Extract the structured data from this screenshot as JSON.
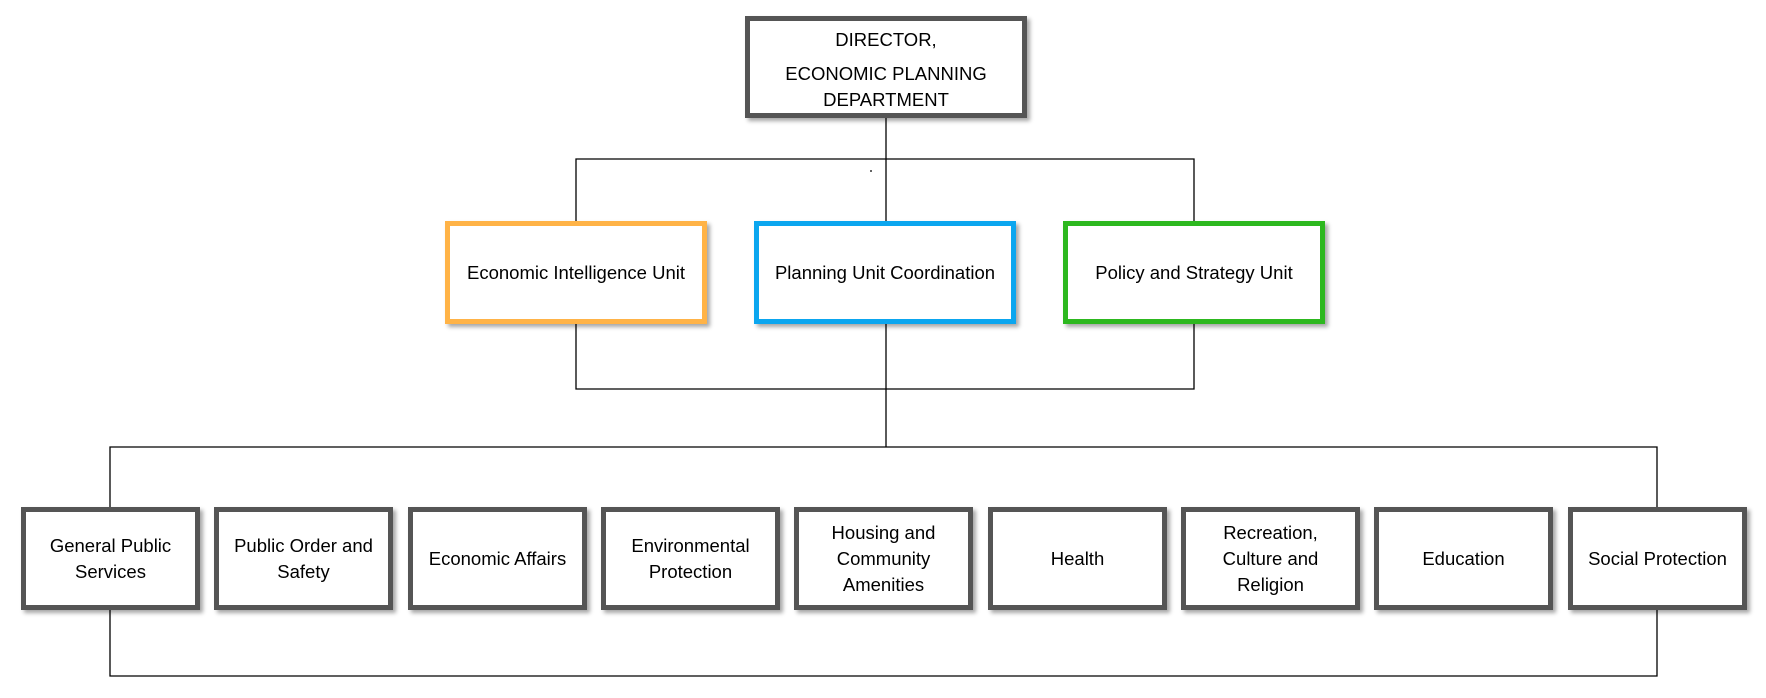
{
  "director": {
    "title_line1": "DIRECTOR,",
    "title_line2": "ECONOMIC PLANNING",
    "title_line3": "DEPARTMENT"
  },
  "units": [
    {
      "label": "Economic Intelligence Unit",
      "border_color": "#ffb347"
    },
    {
      "label": "Planning Unit Coordination",
      "border_color": "#0ba6ef"
    },
    {
      "label": "Policy and Strategy Unit",
      "border_color": "#2db81f"
    }
  ],
  "functions": [
    {
      "lines": [
        "General Public",
        "Services"
      ]
    },
    {
      "lines": [
        "Public Order and",
        "Safety"
      ]
    },
    {
      "lines": [
        "Economic Affairs"
      ]
    },
    {
      "lines": [
        "Environmental",
        "Protection"
      ]
    },
    {
      "lines": [
        "Housing and",
        "Community",
        "Amenities"
      ]
    },
    {
      "lines": [
        "Health"
      ]
    },
    {
      "lines": [
        "Recreation,",
        "Culture and",
        "Religion"
      ]
    },
    {
      "lines": [
        "Education"
      ]
    },
    {
      "lines": [
        "Social Protection"
      ]
    }
  ],
  "colors": {
    "box_border": "#555555",
    "connector": "#000000"
  }
}
